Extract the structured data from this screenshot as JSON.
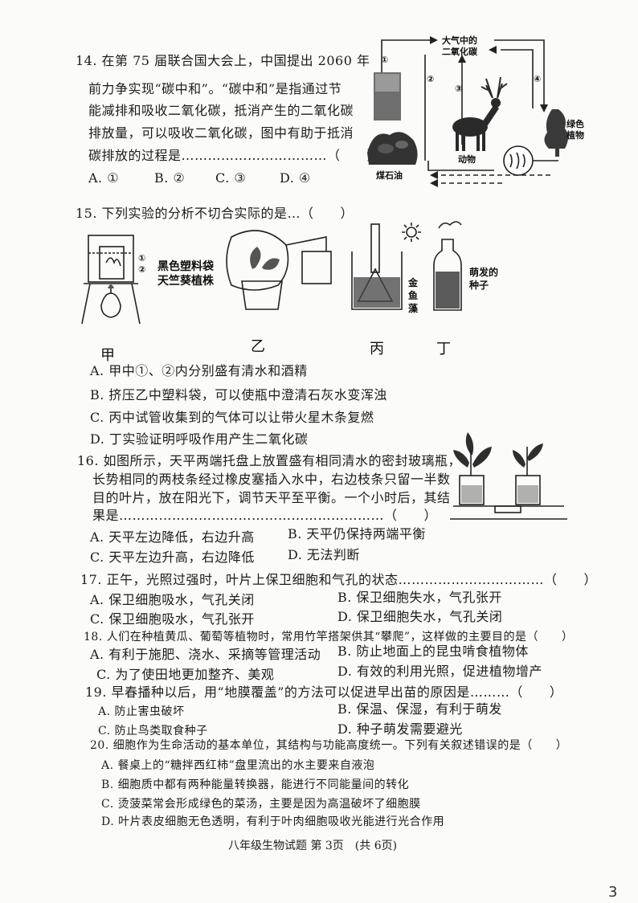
{
  "q14": {
    "lines": [
      "14. 在第 75 届联合国大会上，中国提出 2060 年",
      "前力争实现“碳中和”。“碳中和”是指通过节",
      "能减排和吸收二氧化碳，抵消产生的二氧化碳",
      "排放量，可以吸收二氧化碳，图中有助于抵消",
      "碳排放的过程是……………………………（　　）"
    ],
    "options": [
      "A. ①",
      "B. ②",
      "C. ③",
      "D. ④"
    ],
    "figure": {
      "air_co2_line1": "大气中的",
      "air_co2_line2": "二氧化碳",
      "fossil": "煤石油",
      "animal": "动物",
      "plant_line1": "绿色",
      "plant_line2": "植物",
      "n1": "①",
      "n2": "②",
      "n3": "③",
      "n4": "④"
    }
  },
  "q15": {
    "stem": "15. 下列实验的分析不切合实际的是…（　　）",
    "fig_labels": {
      "jia": "甲",
      "yi": "乙",
      "bing": "丙",
      "ding": "丁",
      "bag_line1": "黑色塑料袋",
      "bag_line2": "天竺葵植株",
      "c1": "①",
      "c2": "②",
      "algae_1": "金",
      "algae_2": "鱼",
      "algae_3": "藻",
      "seeds_line1": "萌发的",
      "seeds_line2": "种子"
    },
    "options": [
      "A. 甲中①、②内分别盛有清水和酒精",
      "B. 挤压乙中塑料袋，可以使瓶中澄清石灰水变浑浊",
      "C. 丙中试管收集到的气体可以让带火星木条复燃",
      "D. 丁实验证明呼吸作用产生二氧化碳"
    ]
  },
  "q16": {
    "lines": [
      "16. 如图所示，天平两端托盘上放置盛有相同清水的密封玻璃瓶，",
      "长势相同的两枝条经过橡皮塞插入水中，右边枝条只留一半数",
      "目的叶片，放在阳光下，调节天平至平衡。一个小时后，其结",
      "果是……………………………………………………（　　）"
    ],
    "options": [
      "A. 天平左边降低，右边升高",
      "B. 天平仍保持两端平衡",
      "C. 天平左边升高，右边降低",
      "D. 无法判断"
    ]
  },
  "q17": {
    "stem": "17. 正午，光照过强时，叶片上保卫细胞和气孔的状态……………………………（　　）",
    "options": [
      "A. 保卫细胞吸水，气孔关闭",
      "B. 保卫细胞失水，气孔张开",
      "C. 保卫细胞吸水，气孔张开",
      "D. 保卫细胞失水，气孔关闭"
    ]
  },
  "q18": {
    "stem": "18. 人们在种植黄瓜、葡萄等植物时，常用竹竿搭架供其“攀爬”，这样做的主要目的是（　　）",
    "options": [
      "A. 有利于施肥、浇水、采摘等管理活动",
      "B. 防止地面上的昆虫啃食植物体",
      "C. 为了使田地更加整齐、美观",
      "D. 有效的利用光照，促进植物增产"
    ]
  },
  "q19": {
    "stem": "19. 早春播种以后，用“地膜覆盖”的方法可以促进早出苗的原因是………（　　）",
    "options": [
      "A. 防止害虫破坏",
      "B. 保温、保湿，有利于萌发",
      "C. 防止鸟类取食种子",
      "D. 种子萌发需要避光"
    ]
  },
  "q20": {
    "stem": "20. 细胞作为生命活动的基本单位，其结构与功能高度统一。下列有关叙述错误的是（　　）",
    "options": [
      "A. 餐桌上的“糖拌西红柿”盘里流出的水主要来自液泡",
      "B. 细胞质中都有两种能量转换器，能进行不同能量间的转化",
      "C. 烫菠菜常会形成绿色的菜汤，主要是因为高温破坏了细胞膜",
      "D. 叶片表皮细胞无色透明，有利于叶肉细胞吸收光能进行光合作用"
    ]
  },
  "footer": "八年级生物试题 第 3页　(共 6页)",
  "page_number": "3"
}
